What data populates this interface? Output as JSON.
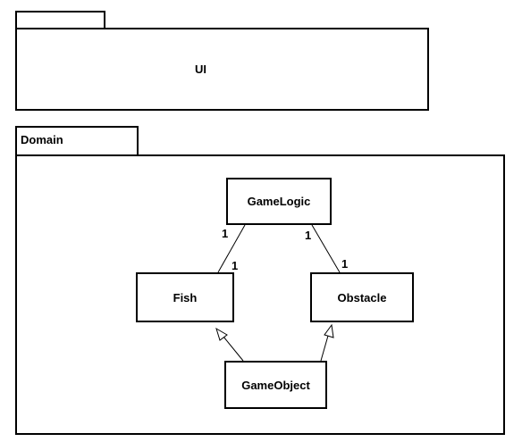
{
  "packages": {
    "ui": {
      "name": "UI"
    },
    "domain": {
      "name": "Domain"
    }
  },
  "classes": {
    "gamelogic": "GameLogic",
    "fish": "Fish",
    "obstacle": "Obstacle",
    "gameobject": "GameObject"
  },
  "associations": {
    "gamelogic_fish": {
      "end_gamelogic": "1",
      "end_fish": "1"
    },
    "gamelogic_obstacle": {
      "end_gamelogic": "1",
      "end_obstacle": "1"
    }
  },
  "colors": {
    "line": "#000000",
    "background": "#ffffff"
  }
}
